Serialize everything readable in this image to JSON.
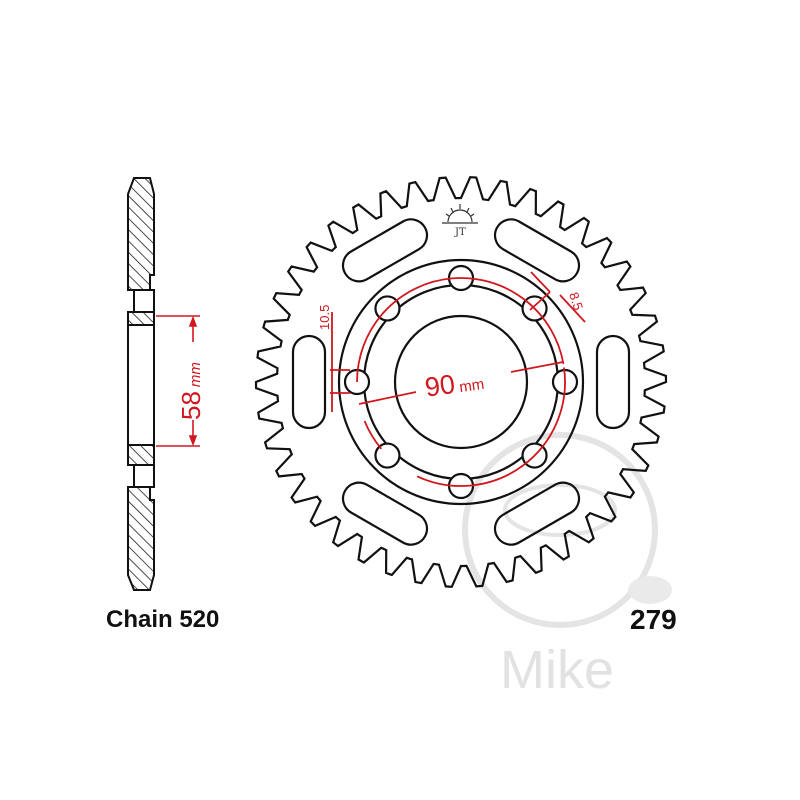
{
  "watermark": {
    "text": "Mike",
    "color": "#e2e2e2"
  },
  "colors": {
    "line": "#111111",
    "dimension": "#d0181e"
  },
  "side_view": {
    "dimension_value": "58",
    "dimension_unit": "mm"
  },
  "front_view": {
    "teeth": 42,
    "bolt_holes": 8,
    "slots": 6,
    "pcd_value": "90",
    "pcd_unit": "mm",
    "hole_dim": "10.5",
    "hole_dim2": "8.5",
    "logo": "JT sun logo"
  },
  "captions": {
    "chain": "Chain 520",
    "part_number": "279"
  }
}
